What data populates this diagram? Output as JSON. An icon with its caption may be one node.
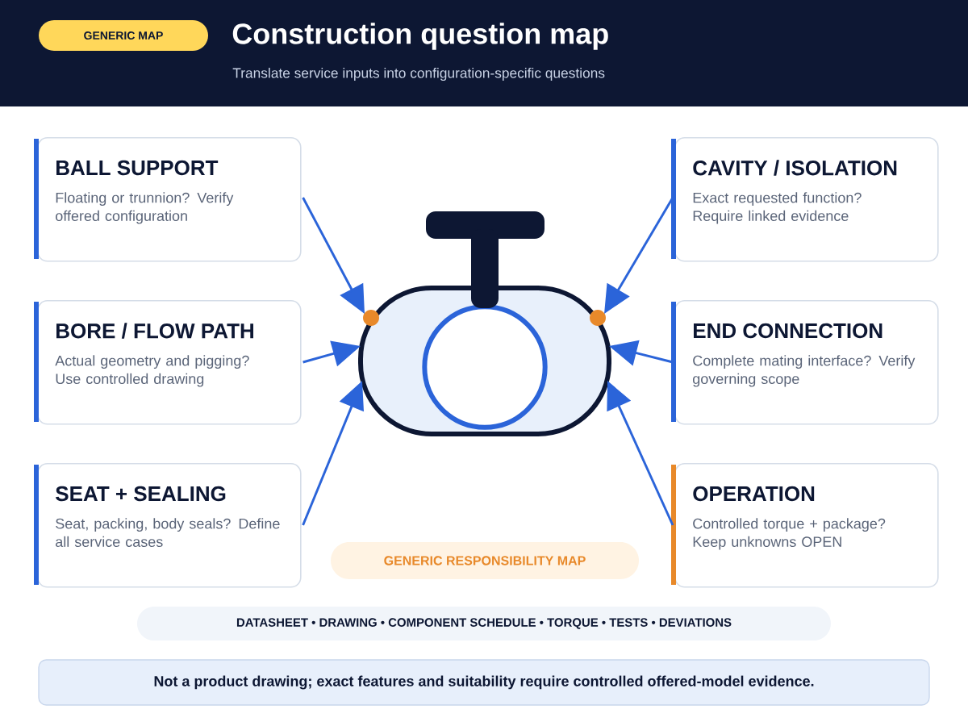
{
  "diagram": {
    "title": "Construction question map",
    "nodes": [
      {
        "text": [
          "GENERIC MAP"
        ]
      },
      {
        "text": [
          "BALL SUPPORT",
          "Floating or trunnion? Verify offered configuration"
        ]
      },
      {
        "text": [
          "CAVITY / ISOLATION",
          "Exact requested function? Require linked evidence"
        ]
      },
      {
        "text": [
          "BORE / FLOW PATH",
          "Actual geometry and pigging? Use controlled drawing"
        ]
      },
      {
        "text": [
          "END CONNECTION",
          "Complete mating interface? Verify governing scope"
        ]
      },
      {
        "text": [
          "SEAT + SEALING",
          "Seat, packing, body seals? Define all service cases"
        ]
      },
      {
        "text": [
          "OPERATION",
          "Controlled torque + package? Keep unknowns OPEN"
        ]
      },
      {
        "text": [],
        "shape": "picture"
      },
      {
        "text": [
          "GENERIC RESPONSIBILITY MAP"
        ]
      },
      {
        "text": [
          "DATASHEET • DRAWING • COMPONENT SCHEDULE • TORQUE • TESTS • DEVIATIONS"
        ]
      },
      {
        "text": [
          "Not a product drawing; exact features and suitability require controlled offered-model evidence."
        ]
      }
    ],
    "edges": [
      {
        "from": 1,
        "to": 7,
        "arrow": "to"
      },
      {
        "from": 2,
        "to": 7,
        "arrow": "to"
      },
      {
        "from": 3,
        "to": 7,
        "arrow": "to"
      },
      {
        "from": 4,
        "to": 7,
        "arrow": "to"
      },
      {
        "from": 5,
        "to": 7,
        "arrow": "to"
      },
      {
        "from": 6,
        "to": 7,
        "arrow": "to"
      }
    ],
    "labels": [
      "Translate service inputs into configuration-specific questions"
    ]
  }
}
